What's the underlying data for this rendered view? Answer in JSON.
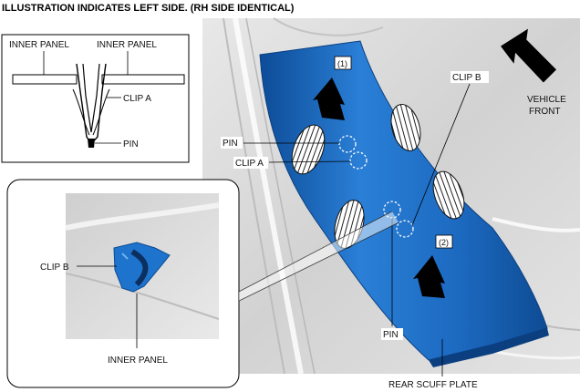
{
  "header": {
    "note": "ILLUSTRATION INDICATES LEFT SIDE. (RH SIDE IDENTICAL)"
  },
  "inset_top": {
    "inner_panel_left": "INNER PANEL",
    "inner_panel_right": "INNER PANEL",
    "clip_a": "CLIP A",
    "pin": "PIN"
  },
  "inset_detail": {
    "clip_b": "CLIP B",
    "inner_panel": "INNER PANEL"
  },
  "main": {
    "step1": "(1)",
    "step2": "(2)",
    "clip_b": "CLIP B",
    "pin": "PIN",
    "clip_a": "CLIP A",
    "pin_bottom": "PIN",
    "rear_scuff_plate": "REAR SCUFF PLATE",
    "vehicle_front_line1": "VEHICLE",
    "vehicle_front_line2": "FRONT"
  },
  "colors": {
    "plate": "#1e6fc4",
    "plate_dark": "#0f4f9a",
    "background_photo": "#d8d8d8"
  }
}
